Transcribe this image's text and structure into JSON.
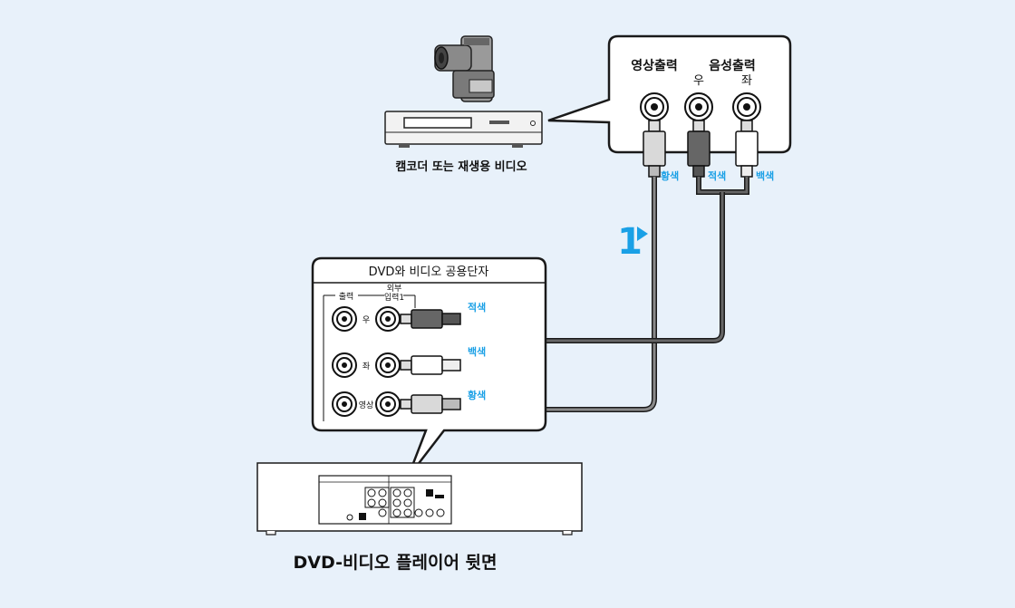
{
  "background_color": "#e8f1fa",
  "colors": {
    "accent_blue": "#1aa0e6",
    "cable_dark": "#555555",
    "outline": "#1a1a1a"
  },
  "camcorder": {
    "label": "캠코더 또는 재생용 비디오",
    "icon": "camcorder-icon",
    "vcr_icon": "vcr-icon"
  },
  "output_bubble": {
    "video_out_label": "영상출력",
    "audio_out_label": "음성출력",
    "right_label": "우",
    "left_label": "좌",
    "plug_labels": [
      "황색",
      "적색",
      "백색"
    ]
  },
  "step": {
    "number": "1"
  },
  "dvd_bubble": {
    "title": "DVD와 비디오 공용단자",
    "output_label": "출력",
    "external_label_line1": "외부",
    "external_label_line2": "입력1",
    "row_labels": [
      "우",
      "좌",
      "영상"
    ],
    "plug_labels": [
      "적색",
      "백색",
      "황색"
    ]
  },
  "player": {
    "caption": "DVD-비디오 플레이어 뒷면"
  }
}
